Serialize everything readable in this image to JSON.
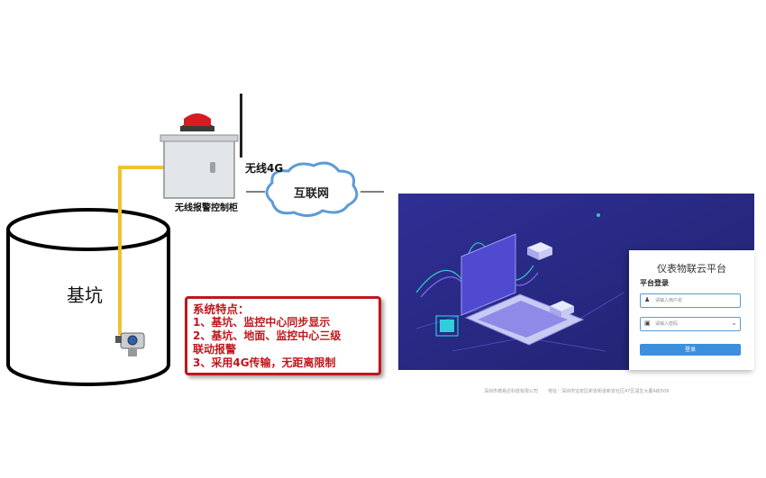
{
  "pit": {
    "label": "基坑"
  },
  "cabinet": {
    "label": "无线报警控制柜"
  },
  "link": {
    "label": "无线4G"
  },
  "cloud": {
    "label": "互联网"
  },
  "features": {
    "title": "系统特点：",
    "items": [
      "1、基坑、监控中心同步显示",
      "2、基坑、地面、监控中心三级",
      "联动报警",
      "3、采用4G传输，无距离限制"
    ]
  },
  "platform": {
    "title": "仪表物联云平台",
    "login_heading": "平台登录",
    "username_placeholder": "请输入用户名",
    "password_placeholder": "请输入密码",
    "login_button": "登录",
    "footer_company": "深圳市德易达科技有限公司",
    "footer_address": "地址：深圳市宝安区新安街道新安社区47区润生大厦A栋509"
  },
  "colors": {
    "alarm_red": "#c0161c",
    "cable_yellow": "#f2c12e",
    "screen_bg": "#2b2a8c",
    "login_button": "#3b8fdc"
  }
}
